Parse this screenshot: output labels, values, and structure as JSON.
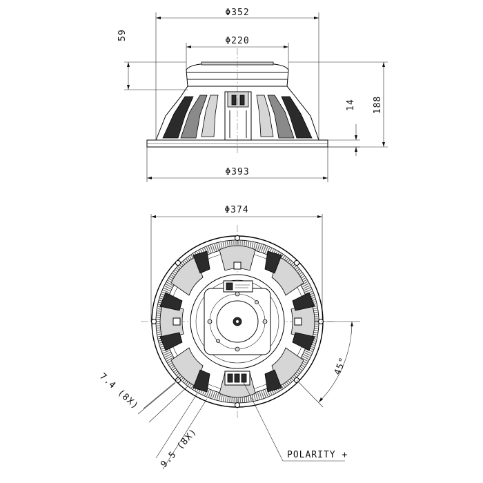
{
  "side_view": {
    "dim_top_diameter": "Φ352",
    "dim_magnet_diameter": "Φ220",
    "dim_bottom_diameter": "Φ393",
    "dim_magnet_height": "59",
    "dim_flange_height": "14",
    "dim_overall_height": "188"
  },
  "front_view": {
    "dim_outer_diameter": "Φ374",
    "dim_hole_diameter": "7.4 (8X)",
    "dim_slot_width": "9.5 (8X)",
    "dim_angle": "45°",
    "polarity_label": "POLARITY +"
  }
}
